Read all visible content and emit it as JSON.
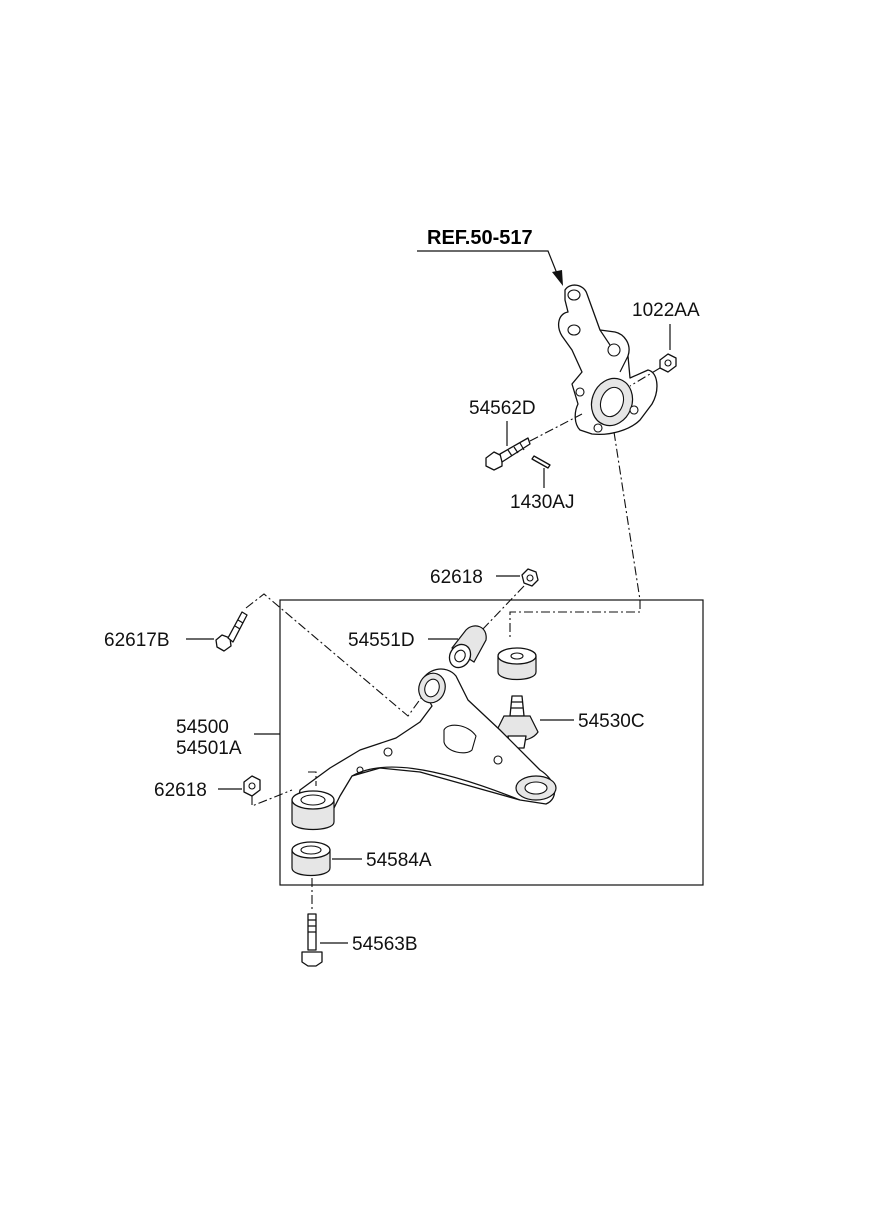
{
  "diagram": {
    "ref_label": "REF.50-517",
    "labels": {
      "nut_top": "1022AA",
      "bolt_knuckle": "54562D",
      "pin": "1430AJ",
      "nut_front": "62618",
      "bolt_front": "62617B",
      "bushing_front": "54551D",
      "arm_1": "54500",
      "arm_2": "54501A",
      "ball_joint": "54530C",
      "nut_rear": "62618",
      "bushing_rear": "54584A",
      "bolt_rear": "54563B"
    }
  }
}
